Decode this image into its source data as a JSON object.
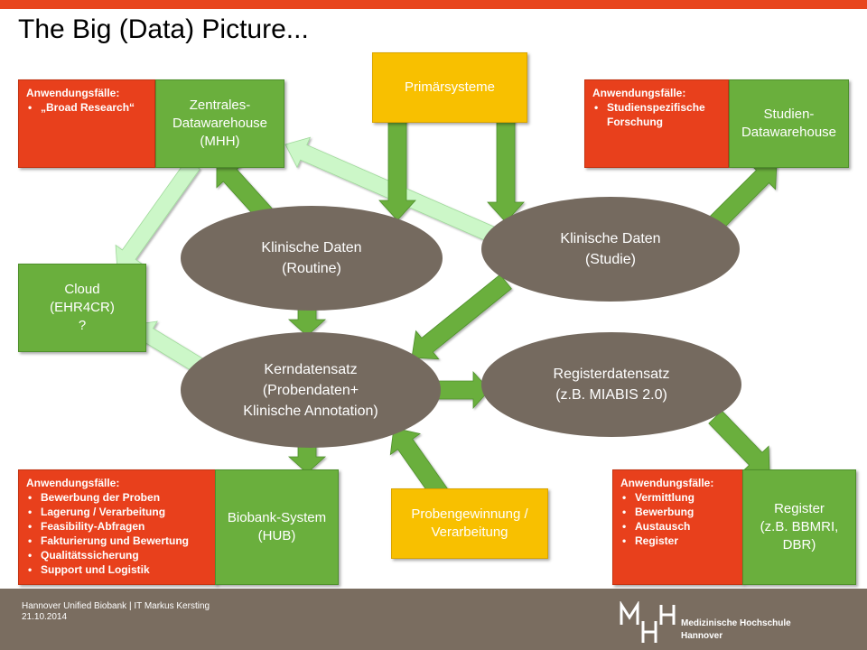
{
  "page": {
    "title": "The Big (Data) Picture..."
  },
  "nodes": {
    "zentrales_dwh": "Zentrales-\nDatawarehouse\n(MHH)",
    "primaersysteme": "Primärsysteme",
    "studien_dwh": "Studien-\nDatawarehouse",
    "klinische_routine": "Klinische Daten\n(Routine)",
    "klinische_studie": "Klinische Daten\n(Studie)",
    "cloud": "Cloud\n(EHR4CR)\n?",
    "kerndatensatz": "Kerndatensatz\n(Probendaten+\nKlinische Annotation)",
    "registerdatensatz": "Registerdatensatz\n(z.B. MIABIS 2.0)",
    "biobank": "Biobank-System\n(HUB)",
    "probengewinnung": "Probengewinnung /\nVerarbeitung",
    "register": "Register\n(z.B. BBMRI,\nDBR)"
  },
  "use_cases": {
    "broad": {
      "heading": "Anwendungsfälle:",
      "items": [
        "„Broad Research“"
      ]
    },
    "studien": {
      "heading": "Anwendungsfälle:",
      "items": [
        "Studienspezifische Forschung"
      ]
    },
    "biobank": {
      "heading": "Anwendungsfälle:",
      "items": [
        "Bewerbung der Proben",
        "Lagerung / Verarbeitung",
        "Feasibility-Abfragen",
        "Fakturierung und Bewertung",
        "Qualitätssicherung",
        "Support und Logistik"
      ]
    },
    "register": {
      "heading": "Anwendungsfälle:",
      "items": [
        "Vermittlung",
        "Bewerbung",
        "Austausch",
        "Register"
      ]
    }
  },
  "footer": {
    "left": "Hannover Unified Biobank | IT  Markus Kersting\n21.10.2014",
    "logo_text": "Medizinische Hochschule\nHannover"
  },
  "colors": {
    "accent_orange": "#e8461e",
    "green": "#6aaf3d",
    "light_green": "#ccf7c8",
    "yellow": "#f8c000",
    "ellipse_brown": "#756a5f",
    "footer_brown": "#7a6d60"
  }
}
